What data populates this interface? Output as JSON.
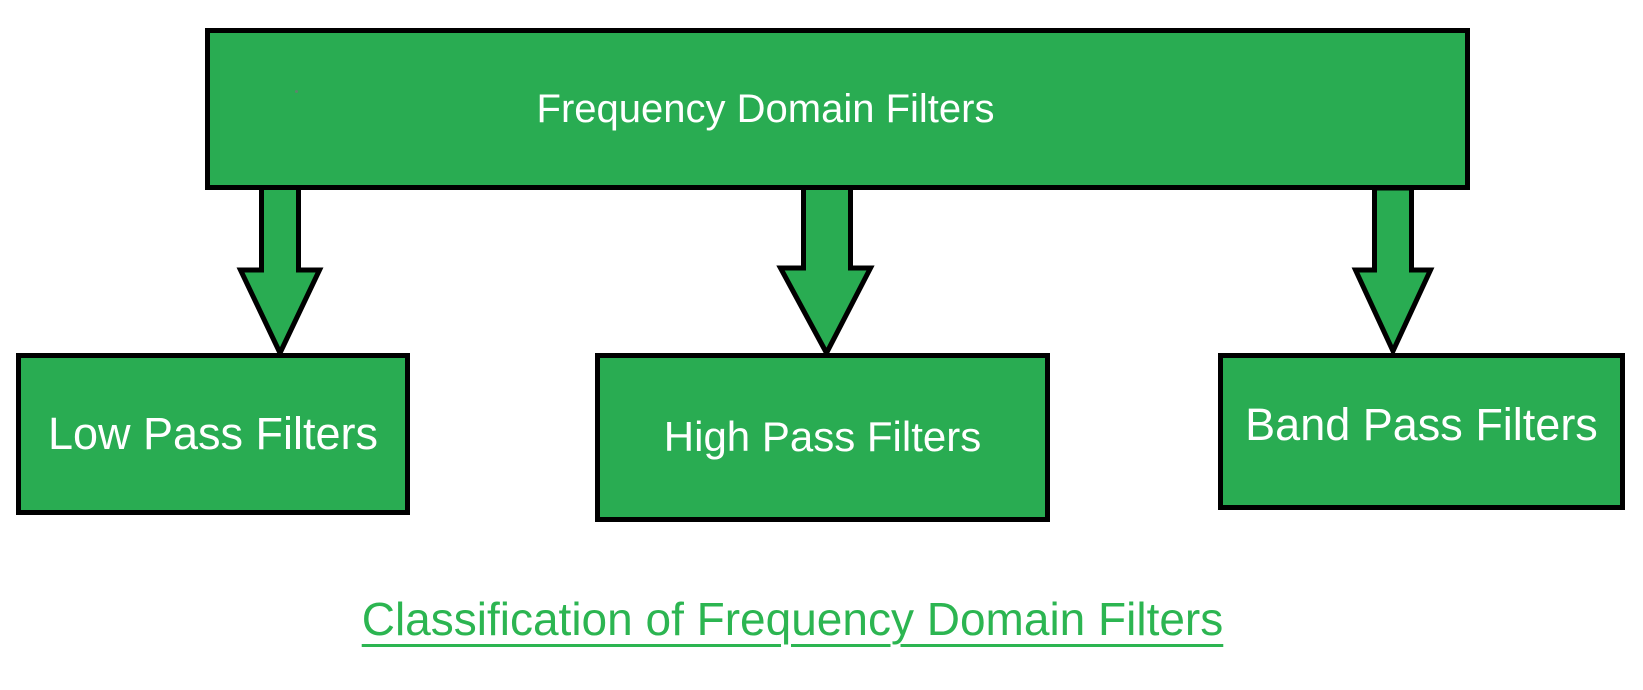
{
  "diagram": {
    "root": {
      "label": "Frequency Domain Filters"
    },
    "children": [
      {
        "label": "Low Pass Filters"
      },
      {
        "label": "High Pass Filters"
      },
      {
        "label": "Band Pass Filters"
      }
    ],
    "caption": "Classification of Frequency Domain Filters",
    "colors": {
      "box_fill": "#29AC52",
      "box_border": "#000000",
      "box_text": "#FFFFFF",
      "caption": "#2CB551",
      "background": "#FFFFFF"
    }
  }
}
